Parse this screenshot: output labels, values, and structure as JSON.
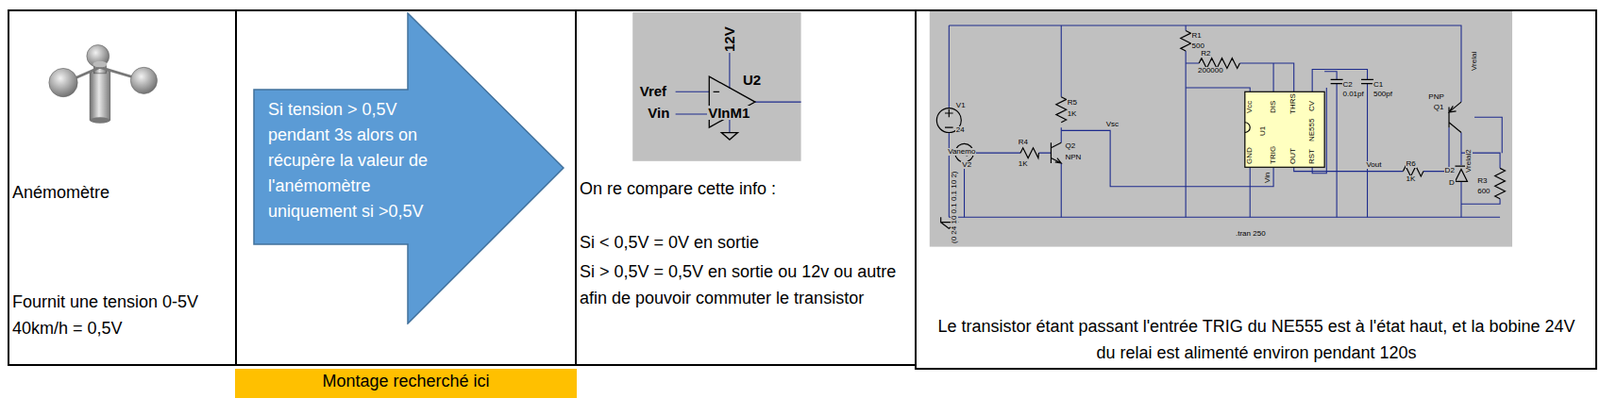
{
  "diagram": {
    "nodes": [
      {
        "text": [
          "Anémomètre",
          "Fournit une tension 0-5V 40km/h = 0,5V"
        ]
      },
      {
        "text": []
      },
      {
        "text": [
          "Si tension > 0,5V pendant 3s alors on récupère la valeur de l'anémomètre uniquement si >0,5V"
        ],
        "in": 1
      },
      {
        "text": [
          "On re compare cette info :",
          "Si < 0,5V = 0V en sortie",
          "Si > 0,5V = 0,5V en sortie ou 12v ou autre afin de pouvoir commuter le transistor"
        ]
      },
      {
        "text": [
          "Le transistor étant passant l'entrée TRIG du NE555 est à l'état haut, et la bobine 24V du relai est alimenté environ pendant 120s"
        ]
      },
      {
        "text": [
          "Montage recherché ici"
        ]
      }
    ],
    "labels": [
      "12V",
      "U2",
      "Vref",
      "Vin",
      "VInM1",
      "V1",
      "24",
      "Vanemo",
      "V2",
      "R4",
      "1K",
      "Q2",
      "NPN",
      "R5",
      "1K",
      "Vsc",
      "(0 24 10 0.1 0.1 10 2)",
      "R1",
      "500",
      "R2",
      "200000",
      "Vcc",
      "DIS",
      "THRS",
      "CV",
      "U1",
      "NE555",
      "GND",
      "TRIG",
      "OUT",
      "RST",
      "Vin",
      "C2",
      "0.01pf",
      "C1",
      "500pf",
      "Vout",
      "R6",
      "1K",
      "Vrelai",
      "PNP",
      "Q1",
      "Vrelai2",
      "D2",
      "D",
      "R3",
      "600",
      ".tran 250"
    ]
  }
}
